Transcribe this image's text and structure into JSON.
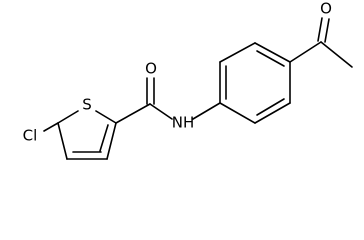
{
  "molecule": {
    "atoms": {
      "oxygen_ketone": "O",
      "oxygen_amide": "O",
      "nitrogen_amide": "NH",
      "sulfur": "S",
      "chlorine": "Cl"
    }
  }
}
